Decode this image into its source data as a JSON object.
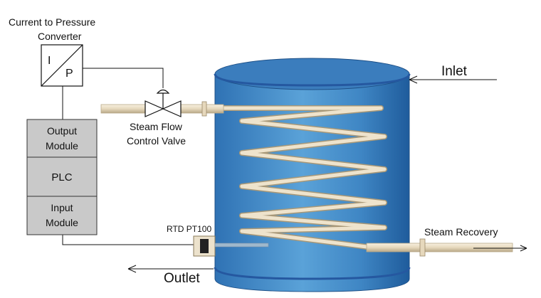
{
  "colors": {
    "tank_light": "#5a9ed4",
    "tank_dark": "#1f5fa0",
    "tank_band": "#2a68aa",
    "pipe": "#e8dcc4",
    "pipe_edge": "#b8a888",
    "box_fill": "#c9c9c9",
    "box_stroke": "#333333",
    "line": "#111111"
  },
  "converter": {
    "label_line1": "Current to Pressure",
    "label_line2": "Converter",
    "input_symbol": "I",
    "output_symbol": "P"
  },
  "valve": {
    "label_line1": "Steam Flow",
    "label_line2": "Control Valve"
  },
  "plc": {
    "output_line1": "Output",
    "output_line2": "Module",
    "plc_label": "PLC",
    "input_line1": "Input",
    "input_line2": "Module"
  },
  "sensor": {
    "label": "RTD PT100"
  },
  "streams": {
    "inlet": "Inlet",
    "outlet": "Outlet",
    "steam_recovery": "Steam Recovery"
  },
  "icons": {
    "valve": "globe-valve-icon",
    "sensor": "rtd-sensor-icon",
    "arrow": "arrowhead-icon"
  }
}
